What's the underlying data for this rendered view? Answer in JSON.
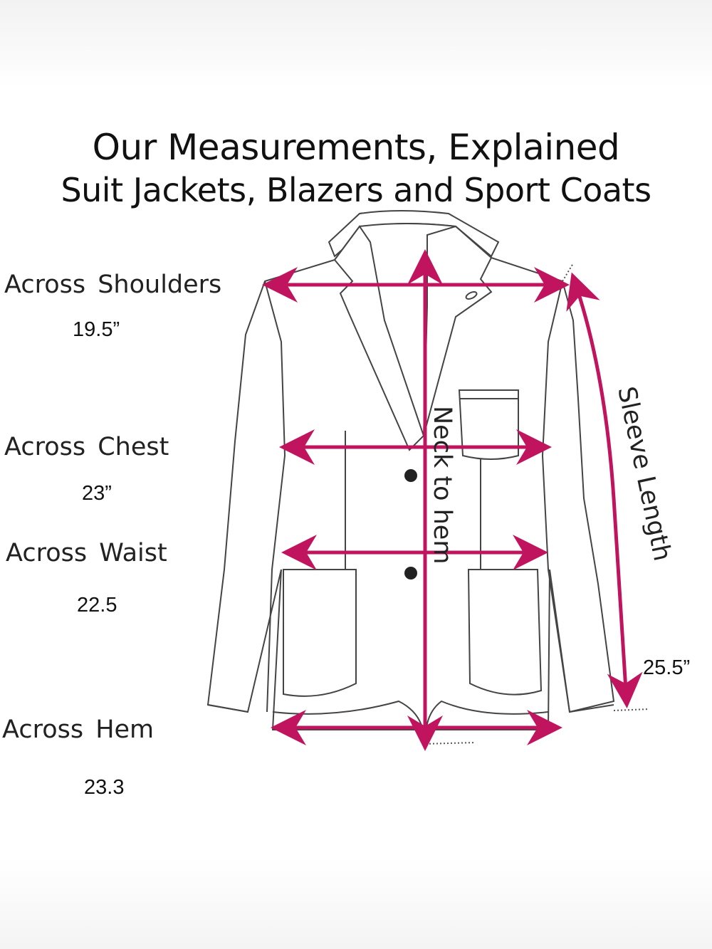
{
  "title": {
    "line1": "Our Measurements, Explained",
    "line2": "Suit Jackets, Blazers and Sport Coats"
  },
  "measurements": [
    {
      "label": "Across Shoulders",
      "value": "19.5”"
    },
    {
      "label": "Across Chest",
      "value": "23”"
    },
    {
      "label": "Across Waist",
      "value": "22.5"
    },
    {
      "label": "Across Hem",
      "value": "23.3"
    }
  ],
  "diagram_labels": {
    "neck_to_hem": "Neck to hem",
    "sleeve_length": "Sleeve Length",
    "sleeve_value": "25.5”"
  },
  "colors": {
    "arrow": "#c0145f",
    "outline": "#444444",
    "lining": "#c9c9c9"
  }
}
